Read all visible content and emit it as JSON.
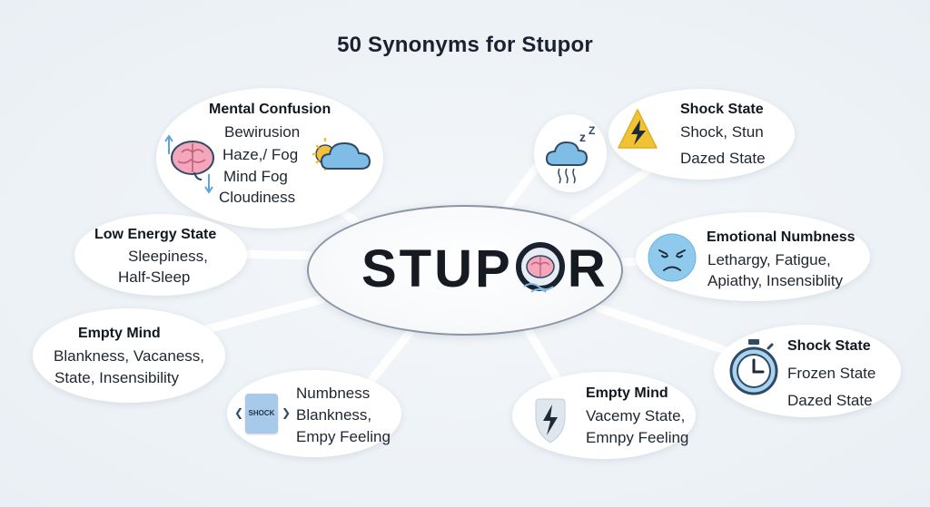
{
  "title": "50 Synonyms for Stupor",
  "center": {
    "word_left": "STUP",
    "word_right": "R"
  },
  "nodes": {
    "mental_confusion": {
      "heading": "Mental Confusion",
      "items": [
        "Bewirusion",
        "Haze,/ Fog",
        "Mind Fog",
        "Cloudiness"
      ]
    },
    "low_energy": {
      "heading": "Low Energy State",
      "items": [
        "Sleepiness,",
        "Half-Sleep"
      ]
    },
    "empty_mind_left": {
      "heading": "Empty Mind",
      "items": [
        "Blankness, Vacaness,",
        "State, Insensibility"
      ]
    },
    "numbness": {
      "badge": "SHOCK",
      "items": [
        "Numbness",
        "Blankness,",
        "Empy Feeling"
      ]
    },
    "empty_mind_bottom": {
      "heading": "Empty Mind",
      "items": [
        "Vacemy State,",
        "Emnpy Feeling"
      ]
    },
    "shock_top": {
      "heading": "Shock State",
      "items": [
        "Shock, Stun",
        "Dazed State"
      ]
    },
    "emotional": {
      "heading": "Emotional Numbness",
      "items": [
        "Lethargy, Fatigue,",
        "Apiathy, Insensiblity"
      ]
    },
    "shock_right": {
      "heading": "Shock State",
      "items": [
        "Frozen State",
        "Dazed State"
      ]
    }
  },
  "icons": {
    "brain": "brain-icon",
    "sun_cloud": "sun-cloud-icon",
    "storm_cloud": "sleepy-cloud-icon",
    "lightning_warning": "lightning-warning-icon",
    "sad_face": "sad-face-icon",
    "stopwatch": "stopwatch-icon",
    "lightning_shield": "lightning-shield-icon",
    "shock_sign": "shock-sign-icon"
  },
  "colors": {
    "brain": "#f4a6bb",
    "cloud": "#7fbde6",
    "sun": "#f3c23a",
    "warning": "#f1c232",
    "face": "#8fc9ec",
    "outline": "#2f4a66",
    "badge": "#a8c9ea"
  }
}
